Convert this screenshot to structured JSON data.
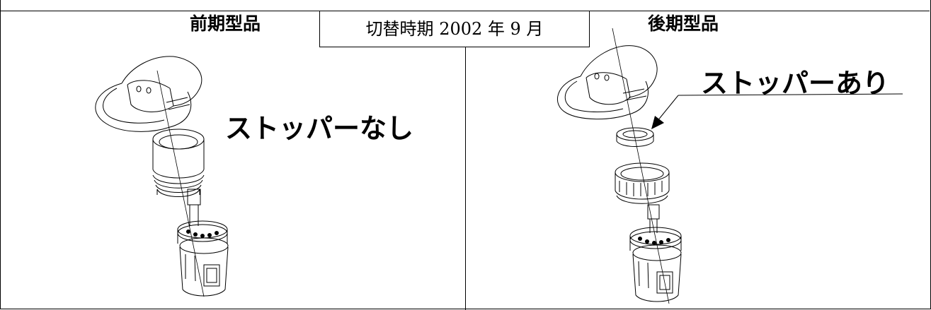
{
  "header": {
    "left_title": "前期型品",
    "right_title": "後期型品",
    "switch_period": "切替時期 2002 年 9 月"
  },
  "annotations": {
    "without_stopper": "ストッパーなし",
    "with_stopper": "ストッパーあり"
  }
}
